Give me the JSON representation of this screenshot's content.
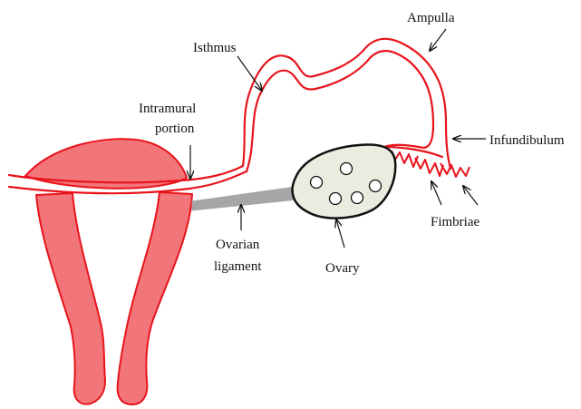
{
  "labels": {
    "ampulla": "Ampulla",
    "isthmus": "Isthmus",
    "intramural_line1": "Intramural",
    "intramural_line2": "portion",
    "infundibulum": "Infundibulum",
    "fimbriae": "Fimbriae",
    "ovarian_line1": "Ovarian",
    "ovarian_line2": "ligament",
    "ovary": "Ovary"
  },
  "colors": {
    "tissue_fill": "#f2757a",
    "tissue_stroke": "#e8141c",
    "ovary_fill": "#ecebdf",
    "ligament": "#a6a6a6",
    "ink": "#111111"
  }
}
